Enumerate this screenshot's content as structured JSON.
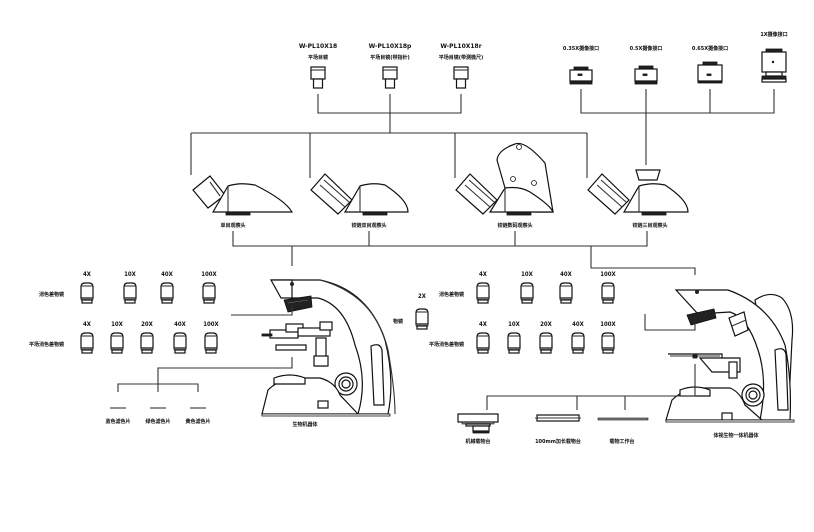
{
  "diagram": {
    "eyepieces": [
      {
        "model": "W-PL10X18",
        "desc": "平场目镜"
      },
      {
        "model": "W-PL10X18p",
        "desc": "平场目镜(带指针)"
      },
      {
        "model": "W-PL10X18r",
        "desc": "平场目镜(带测微尺)"
      }
    ],
    "camera_adapters": [
      {
        "label": "0.35X摄像接口"
      },
      {
        "label": "0.5X摄像接口"
      },
      {
        "label": "0.65X摄像接口"
      },
      {
        "label": "1X摄像接口"
      }
    ],
    "heads": [
      {
        "label": "单目观察头"
      },
      {
        "label": "铰链双目观察头"
      },
      {
        "label": "铰链数码观察头"
      },
      {
        "label": "铰链三目观察头"
      }
    ],
    "left_objectives": {
      "achromatic": {
        "label": "消色差物镜",
        "mags": [
          "4X",
          "10X",
          "40X",
          "100X"
        ]
      },
      "plan_achromatic": {
        "label": "平场消色差物镜",
        "mags": [
          "4X",
          "10X",
          "20X",
          "40X",
          "100X"
        ]
      }
    },
    "right_objectives": {
      "single": {
        "label": "物镜",
        "mags": [
          "2X"
        ]
      },
      "achromatic": {
        "label": "消色差物镜",
        "mags": [
          "4X",
          "10X",
          "40X",
          "100X"
        ]
      },
      "plan_achromatic": {
        "label": "平场消色差物镜",
        "mags": [
          "4X",
          "10X",
          "20X",
          "40X",
          "100X"
        ]
      }
    },
    "filters": [
      {
        "label": "蓝色滤色片"
      },
      {
        "label": "绿色滤色片"
      },
      {
        "label": "黄色滤色片"
      }
    ],
    "stage_accessories": [
      {
        "label": "机械载物台"
      },
      {
        "label": "100mm加长载物台"
      },
      {
        "label": "载物工作台"
      }
    ],
    "bodies": [
      {
        "label": "生物机器体"
      },
      {
        "label": "体视生物一体机器体"
      }
    ]
  }
}
